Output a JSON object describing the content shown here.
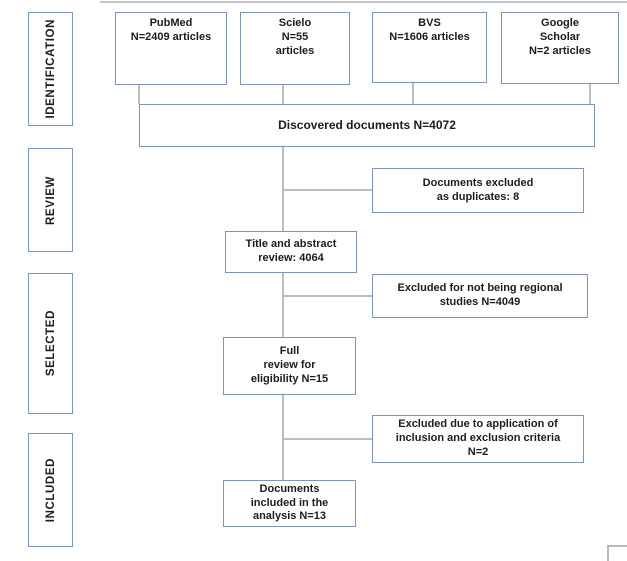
{
  "figure": {
    "stages": [
      {
        "label": "IDENTIFICATION"
      },
      {
        "label": "REVIEW"
      },
      {
        "label": "SELECTED"
      },
      {
        "label": "INCLUDED"
      }
    ],
    "sources": [
      {
        "name": "PubMed",
        "text": "PubMed\nN=2409 articles"
      },
      {
        "name": "Scielo",
        "text": "Scielo\nN=55\narticles"
      },
      {
        "name": "BVS",
        "text": "BVS\nN=1606 articles"
      },
      {
        "name": "Google Scholar",
        "text": "Google\nScholar\nN=2 articles"
      }
    ],
    "discovered": {
      "text": "Discovered documents N=4072"
    },
    "excluded_duplicates": {
      "text": "Documents excluded\nas duplicates: 8"
    },
    "title_abstract_review": {
      "text": "Title and abstract\nreview: 4064"
    },
    "excluded_regional": {
      "text": "Excluded for not being regional\nstudies N=4049"
    },
    "full_review": {
      "text": "Full\nreview for\neligibility N=15"
    },
    "excluded_criteria": {
      "text": "Excluded due to application of\ninclusion and exclusion criteria\nN=2"
    },
    "included_analysis": {
      "text": "Documents\nincluded in the\nanalysis N=13"
    }
  },
  "colors": {
    "box_border": "#7d96b5",
    "connector": "#b6c0c9",
    "text": "#1c1c1c"
  }
}
